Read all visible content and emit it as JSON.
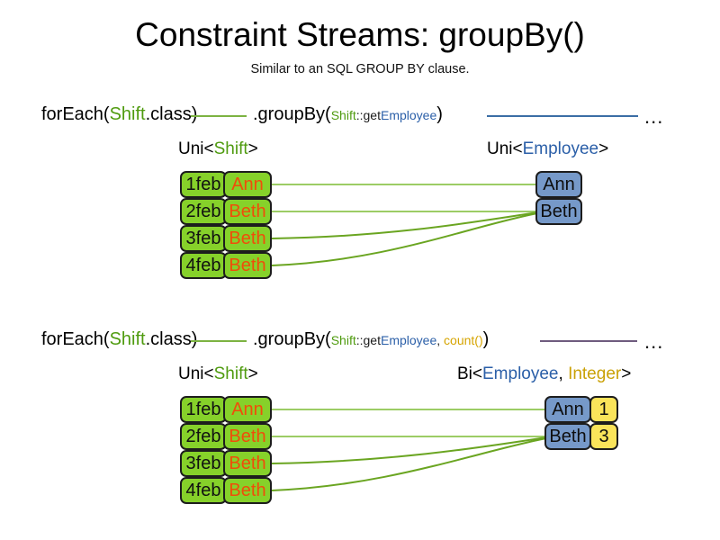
{
  "header": {
    "title": "Constraint Streams: groupBy()",
    "subtitle": "Similar to an SQL GROUP BY clause."
  },
  "sections": [
    {
      "id": "section-groupby-single",
      "pipeline": {
        "for_each_prefix": "forEach(",
        "for_each_type": "Shift",
        "for_each_suffix": ".class)",
        "group_by_prefix": ".groupBy(",
        "arg_type": "Shift",
        "arg_sep": "::get",
        "arg_prop": "Employee",
        "group_by_suffix": ")",
        "ellipsis": "...",
        "connector_left_color": "#7cb342",
        "connector_right_color": "#3b6ea5"
      },
      "left_label": {
        "outer": "Uni<",
        "inner": "Shift",
        "close": ">"
      },
      "right_label": {
        "outer": "Uni<",
        "inner": "Employee",
        "close": ">"
      },
      "left_rows": [
        {
          "date": "1feb",
          "name": "Ann"
        },
        {
          "date": "2feb",
          "name": "Beth"
        },
        {
          "date": "3feb",
          "name": "Beth"
        },
        {
          "date": "4feb",
          "name": "Beth"
        }
      ],
      "right_rows": [
        {
          "name": "Ann"
        },
        {
          "name": "Beth"
        }
      ]
    },
    {
      "id": "section-groupby-count",
      "pipeline": {
        "for_each_prefix": "forEach(",
        "for_each_type": "Shift",
        "for_each_suffix": ".class)",
        "group_by_prefix": ".groupBy(",
        "arg_type": "Shift",
        "arg_sep": "::get",
        "arg_prop": "Employee",
        "arg_comma": ", ",
        "arg_collector": "count()",
        "group_by_suffix": ")",
        "ellipsis": "...",
        "connector_left_color": "#7cb342",
        "connector_right_color": "#6f5b7e"
      },
      "left_label": {
        "outer": "Uni<",
        "inner": "Shift",
        "close": ">"
      },
      "right_label": {
        "outer": "Bi<",
        "inner": "Employee",
        "sep": ", ",
        "inner2": "Integer",
        "close": ">"
      },
      "left_rows": [
        {
          "date": "1feb",
          "name": "Ann"
        },
        {
          "date": "2feb",
          "name": "Beth"
        },
        {
          "date": "3feb",
          "name": "Beth"
        },
        {
          "date": "4feb",
          "name": "Beth"
        }
      ],
      "right_rows": [
        {
          "name": "Ann",
          "count": "1"
        },
        {
          "name": "Beth",
          "count": "3"
        }
      ]
    }
  ],
  "colors": {
    "shift_green": "#4f9b0f",
    "employee_blue": "#2b5fa8",
    "count_gold": "#d6a400",
    "box_green": "#86d12a",
    "box_blue": "#7699c9",
    "box_yellow": "#fae45a",
    "name_orange": "#f04d0a",
    "wire_green": "#6aa521"
  }
}
